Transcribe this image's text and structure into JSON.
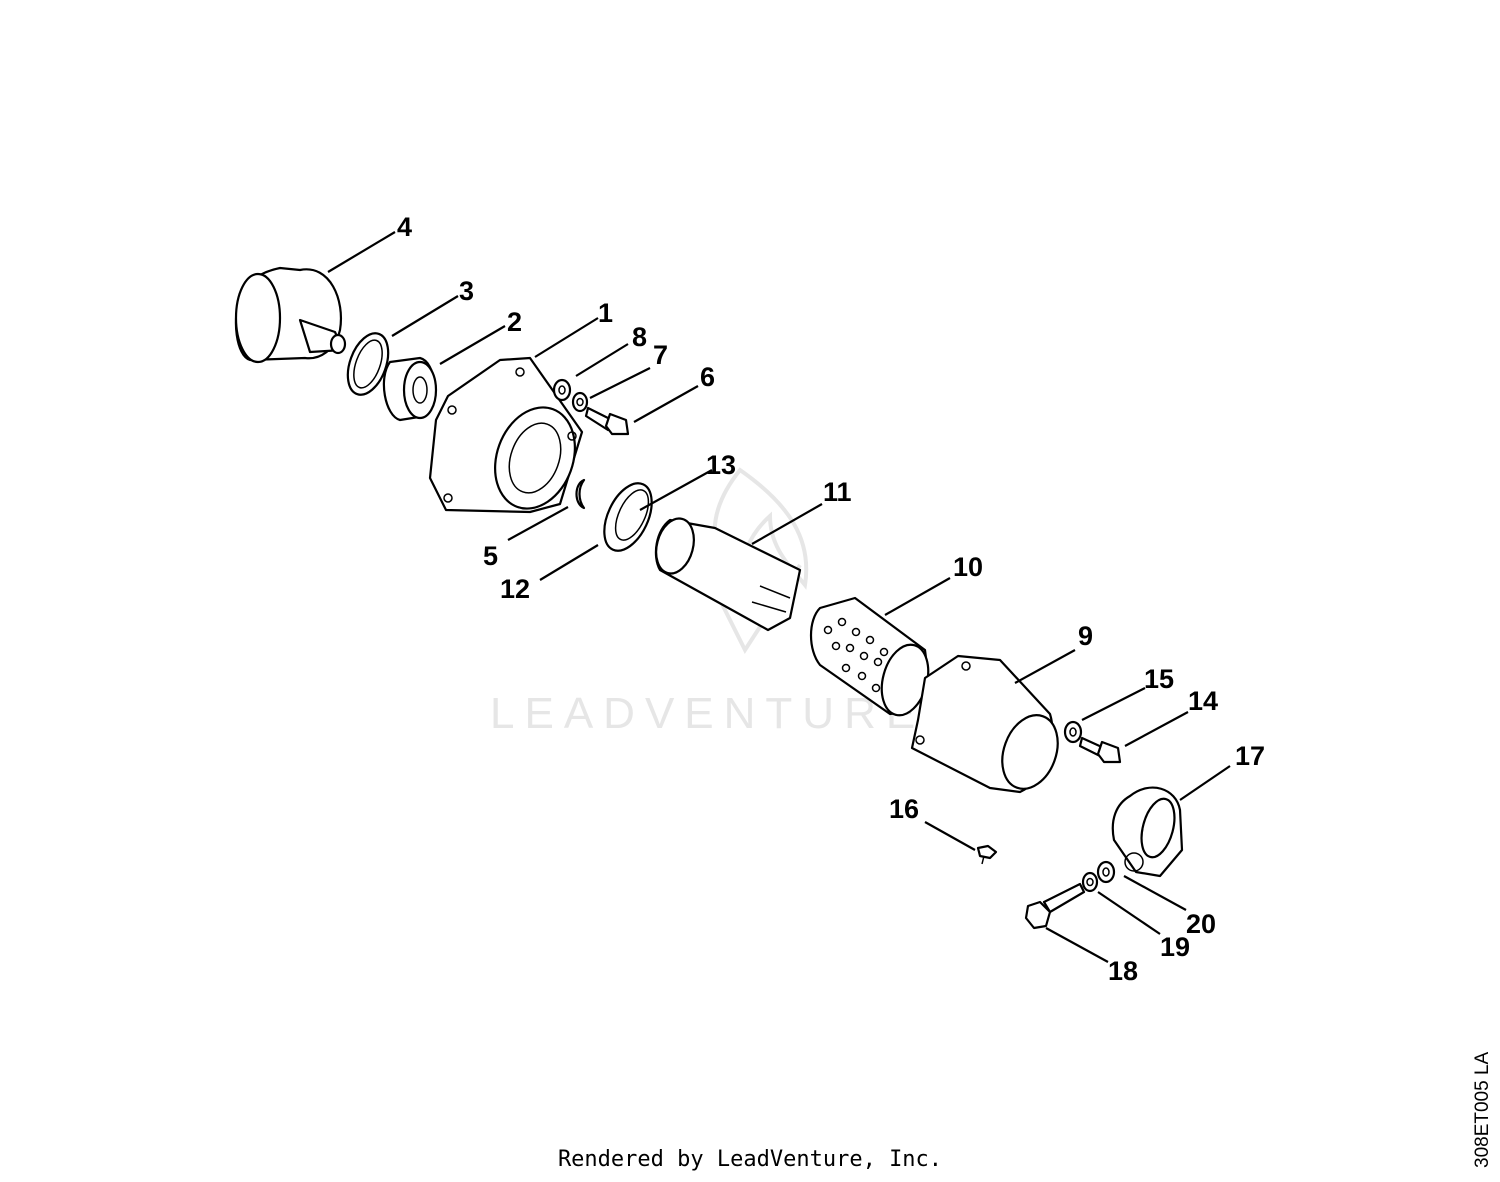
{
  "watermark": {
    "text": "LEADVENTURE"
  },
  "callouts": [
    "1",
    "2",
    "3",
    "4",
    "5",
    "6",
    "7",
    "8",
    "9",
    "10",
    "11",
    "12",
    "13",
    "14",
    "15",
    "16",
    "17",
    "18",
    "19",
    "20"
  ],
  "footer": {
    "text": "Rendered by LeadVenture, Inc."
  },
  "document_code": "308ET005 LA"
}
